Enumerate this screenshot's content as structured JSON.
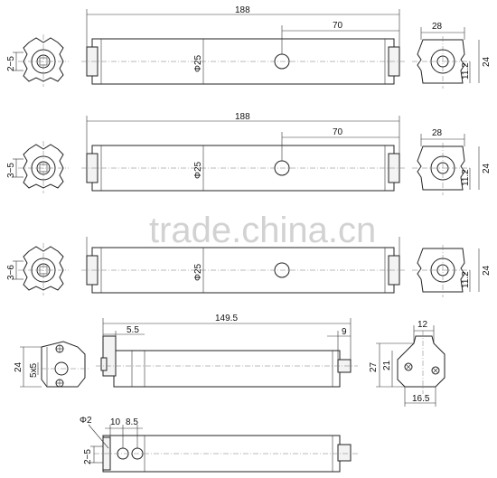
{
  "watermark": "trade.china.cn",
  "rows": [
    {
      "length": "188",
      "offset": "70",
      "diameter": "Φ25",
      "end_width": "28",
      "end_height": "24",
      "end_offset": "11.2",
      "side_label": "2−5"
    },
    {
      "length": "188",
      "offset": "70",
      "diameter": "Φ25",
      "end_width": "28",
      "end_height": "24",
      "end_offset": "11.2",
      "side_label": "3−5"
    },
    {
      "diameter": "Φ25",
      "end_height": "24",
      "end_offset": "11.2",
      "side_label": "3−6"
    }
  ],
  "lower_tube": {
    "length": "149.5",
    "left_offset": "5.5",
    "right_offset": "9",
    "left_height": "24",
    "left_slot": "5x5",
    "end_top": "12",
    "end_height": "27",
    "end_mid": "21",
    "end_bottom": "16.5"
  },
  "bottom_tube": {
    "hole": "Φ2",
    "d1": "10",
    "d2": "8.5",
    "side_label": "2−5"
  }
}
